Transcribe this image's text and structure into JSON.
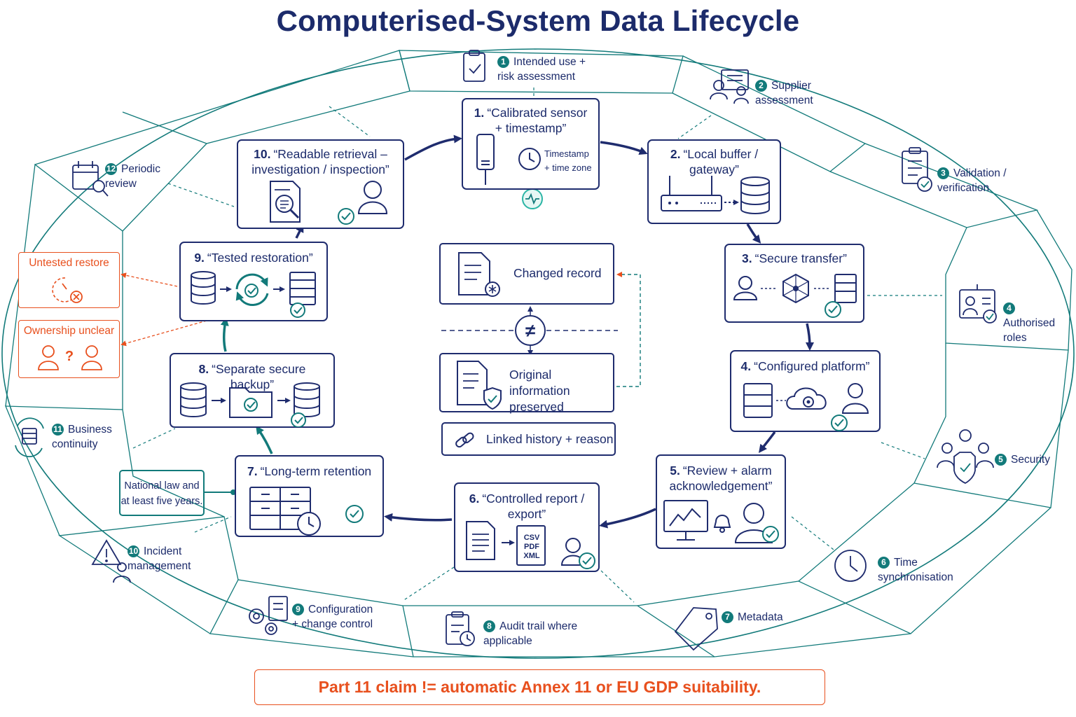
{
  "title": "Computerised-System Data Lifecycle",
  "steps": [
    {
      "num": "1.",
      "label": "“Calibrated sensor + timestamp”",
      "sub": "Timestamp + time zone"
    },
    {
      "num": "2.",
      "label": "“Local buffer / gateway”"
    },
    {
      "num": "3.",
      "label": "“Secure transfer”"
    },
    {
      "num": "4.",
      "label": "“Configured platform”"
    },
    {
      "num": "5.",
      "label": "“Review + alarm acknowledgement”"
    },
    {
      "num": "6.",
      "label": "“Controlled report / export”",
      "formats": [
        "CSV",
        "PDF",
        "XML"
      ]
    },
    {
      "num": "7.",
      "label": "“Long-term retention"
    },
    {
      "num": "8.",
      "label": "“Separate secure backup”"
    },
    {
      "num": "9.",
      "label": "“Tested restoration”"
    },
    {
      "num": "10.",
      "label": "“Readable retrieval – investigation / inspection”"
    }
  ],
  "principles": [
    {
      "num": "1",
      "label": "Intended use + risk assessment"
    },
    {
      "num": "2",
      "label": "Supplier assessment"
    },
    {
      "num": "3",
      "label": "Validation / verification"
    },
    {
      "num": "4",
      "label": "Authorised roles"
    },
    {
      "num": "5",
      "label": "Security"
    },
    {
      "num": "6",
      "label": "Time synchronisation"
    },
    {
      "num": "7",
      "label": "Metadata"
    },
    {
      "num": "8",
      "label": "Audit trail where applicable"
    },
    {
      "num": "9",
      "label": "Configuration + change control"
    },
    {
      "num": "10",
      "label": "Incident management"
    },
    {
      "num": "11",
      "label": "Business continuity"
    },
    {
      "num": "12",
      "label": "Periodic review"
    }
  ],
  "center": {
    "changed": "Changed record",
    "not_equal": "≠",
    "original": "Original information preserved",
    "linked": "Linked history + reason"
  },
  "risks": {
    "untested": "Untested restore",
    "ownership": "Ownership unclear",
    "question": "?"
  },
  "retention_note": "National law and at least five years.",
  "footer": "Part 11 claim != automatic Annex 11 or EU GDP suitability.",
  "colors": {
    "navy": "#1f2c6e",
    "teal": "#127a7a",
    "red": "#e8501e"
  }
}
